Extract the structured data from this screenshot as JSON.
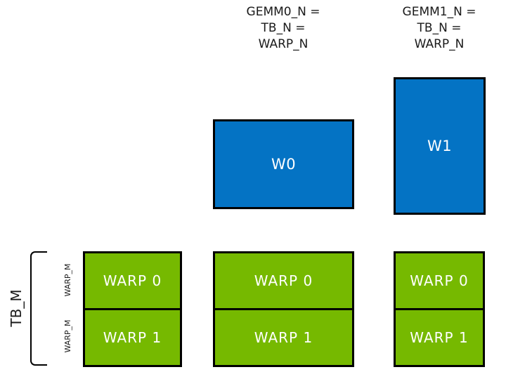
{
  "colors": {
    "blue": "#0473C4",
    "green": "#76B900",
    "border": "#000000",
    "text-light": "#FFFFFF",
    "text-dark": "#1A1A1A"
  },
  "headers": [
    {
      "lines": [
        "GEMM0_N =",
        "TB_N =",
        "WARP_N"
      ]
    },
    {
      "lines": [
        "GEMM1_N =",
        "TB_N =",
        "WARP_N"
      ]
    }
  ],
  "blue_boxes": [
    {
      "label": "W0"
    },
    {
      "label": "W1"
    }
  ],
  "left_axis": {
    "tb_label": "TB_M",
    "warp_labels": [
      "WARP_M",
      "WARP_M"
    ]
  },
  "warp_grids": [
    {
      "rows": [
        "WARP 0",
        "WARP 1"
      ]
    },
    {
      "rows": [
        "WARP 0",
        "WARP 1"
      ]
    },
    {
      "rows": [
        "WARP 0",
        "WARP 1"
      ]
    }
  ]
}
